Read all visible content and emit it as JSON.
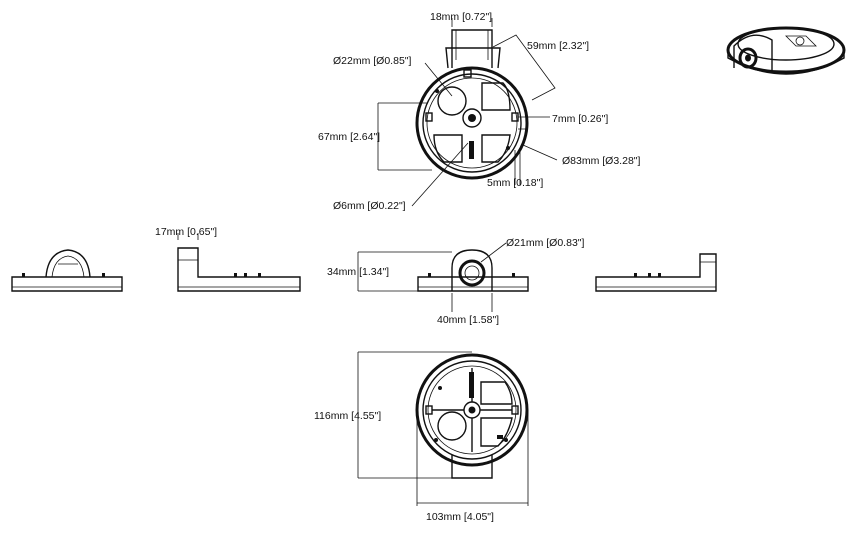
{
  "dimensions": {
    "top_width": "18mm [0.72\"]",
    "top_diag_length": "59mm [2.32\"]",
    "hole_large_dia": "Ø22mm [Ø0.85\"]",
    "height_67": "67mm [2.64\"]",
    "offset_7": "7mm [0.26\"]",
    "dia_83": "Ø83mm [Ø3.28\"]",
    "offset_5": "5mm [0.18\"]",
    "hole_small_dia": "Ø6mm [Ø0.22\"]",
    "side_height_17": "17mm [0.65\"]",
    "dia_21": "Ø21mm [Ø0.83\"]",
    "height_34": "34mm [1.34\"]",
    "width_40": "40mm [1.58\"]",
    "height_116": "116mm [4.55\"]",
    "width_103": "103mm [4.05\"]"
  }
}
